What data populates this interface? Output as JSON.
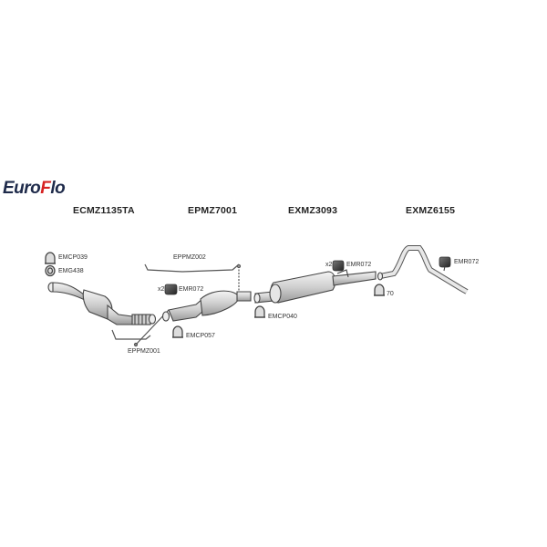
{
  "brand": {
    "name_part1": "Euro",
    "name_f": "F",
    "name_part2": "lo",
    "primary_color": "#1e2a4a",
    "accent_color": "#d62222"
  },
  "sections": [
    {
      "code": "ECMZ1135TA"
    },
    {
      "code": "EPMZ7001"
    },
    {
      "code": "EXMZ3093"
    },
    {
      "code": "EXMZ6155"
    }
  ],
  "parts": {
    "emcp039": "EMCP039",
    "emg438": "EMG438",
    "eppmz001": "EPPMZ001",
    "eppmz002": "EPPMZ002",
    "emr072_a_qty": "x2",
    "emr072_a": "EMR072",
    "emcp057": "EMCP057",
    "emcp040": "EMCP040",
    "emr072_b_qty": "x2",
    "emr072_b": "EMR072",
    "clamp_70": "70",
    "emr072_c": "EMR072"
  }
}
